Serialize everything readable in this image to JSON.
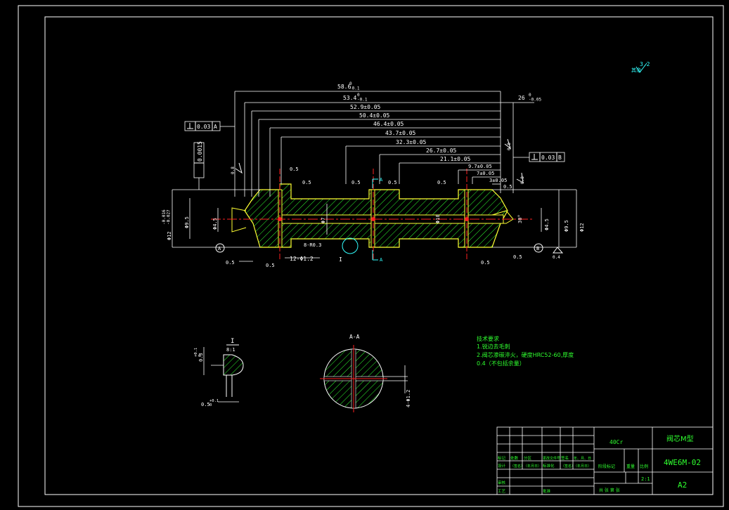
{
  "colors": {
    "background": "#000000",
    "frame": "#ffffff",
    "part_outline": "#ffff33",
    "hatch": "#2fff2f",
    "dimension": "#ffffff",
    "centerline": "#ff2020",
    "note_text": "#2fff2f",
    "title_block": "#2fff2f"
  },
  "roughness_general": "3.2",
  "dimensions": {
    "overall": "58.6",
    "overall_tol": "0\n-0.1",
    "d2": "53.4",
    "d2_tol": "0\n-0.1",
    "d3": "52.9±0.05",
    "d4": "50.4±0.05",
    "d5": "46.4±0.05",
    "d6": "43.7±0.05",
    "d7": "32.3±0.05",
    "d8": "26.7±0.05",
    "d9": "21.1±0.05",
    "d10": "9.7±0.05",
    "d11": "7±0.05",
    "d12": "3±0.05",
    "right_len": "26",
    "right_len_tol": "0\n-0.05",
    "gap_a": "0.5",
    "gap_b": "0.5",
    "gap_c": "0.5",
    "gap_d": "0.5",
    "gap_e": "0.5",
    "gap_f": "0.5",
    "gap_g": "0.5",
    "gap_h": "0.5",
    "holes": "12-Φ1.2",
    "radius": "8-R0.3",
    "dia_left": "Φ12",
    "dia_left_tol": "-0.016\n-0.027",
    "dia_95": "Φ9.5",
    "dia_45": "Φ4.5",
    "dia_7": "Φ7",
    "dia_10": "Φ10",
    "dia_right_45": "Φ4.5",
    "dia_right_95": "Φ9.5",
    "dia_right_12": "Φ12",
    "angle": "30°",
    "gd_perp_a": "0.03",
    "gd_perp_b": "0.03",
    "gd_cyl": "0.0015",
    "datum_a": "A",
    "datum_b": "B",
    "ra_left": "0.8",
    "ra_right": "0.8",
    "ra_right2": "0.8",
    "ra_bottom": "0.4",
    "detail_label": "I",
    "section_label": "A",
    "bottom_dim": "0.5",
    "bottom_dim2": "0.5"
  },
  "detail_view": {
    "label": "I",
    "scale": "8:1",
    "dim_h": "0.3",
    "dim_h_tol": "+0.1\n0",
    "dim_w": "0.5",
    "dim_w_tol": "+0.1\n0"
  },
  "section_view": {
    "label": "A-A",
    "dim": "4-Φ1.2"
  },
  "tech_notes": {
    "title": "技术要求",
    "line1": "1.锐边去毛刺",
    "line2": "2.阀芯渗碳淬火，硬度HRC52-60,厚度",
    "line3": "0.4（不包括余量）"
  },
  "title_block": {
    "material": "40Cr",
    "part_name": "阀芯M型",
    "drawing_no": "4WE6M-02",
    "sheet_size": "A2",
    "scale": "2:1",
    "rev_headers": [
      "标记",
      "处数",
      "分区",
      "更改文件号",
      "签名",
      "年、月、日"
    ],
    "sign_row1": [
      "设计",
      "（签名）",
      "（年月日）",
      "标准化",
      "（签名）",
      "（年月日）"
    ],
    "stage_label": "阶段标记",
    "weight_label": "重量",
    "scale_label": "比例",
    "sheet_label": "共   张   第   张",
    "review_label": "审核",
    "process_label": "工艺",
    "approve_label": "批准"
  }
}
